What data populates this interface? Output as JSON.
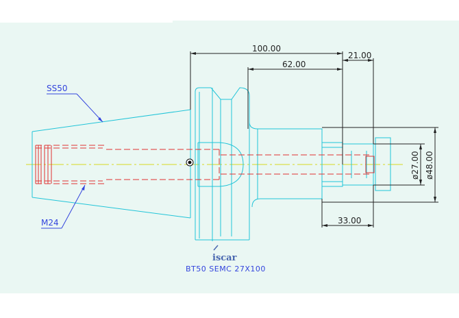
{
  "dimensions": {
    "overall_length": "100.00",
    "inner_length": "62.00",
    "extension_length": "21.00",
    "nose_length": "33.00",
    "bore_diameter": "ø27.00",
    "outer_diameter": "ø48.00"
  },
  "callouts": {
    "taper": "SS50",
    "thread": "M24"
  },
  "title_block": {
    "logo": "iscar",
    "part_name": "BT50 SEMC 27X100"
  },
  "colors": {
    "sheet": "#eaf7f3",
    "outline": "#20c4d8",
    "hidden": "#e03030",
    "center": "#d8d820",
    "dimension": "#222222",
    "label": "#3344dd"
  }
}
